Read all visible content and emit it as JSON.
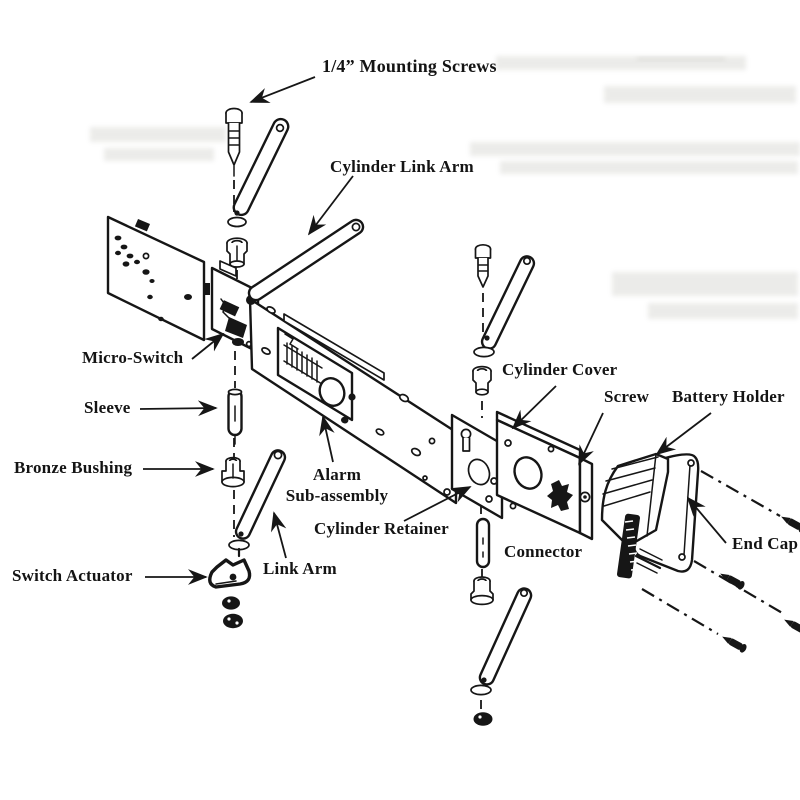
{
  "diagram": {
    "kind": "exploded-assembly-diagram",
    "subject": "Alarmed exit device lock assembly",
    "colors": {
      "ink": "#161616",
      "paper": "#ffffff",
      "ghost": "#cdcdc7"
    },
    "labels": {
      "mounting_screws": "1/4” Mounting Screws",
      "cylinder_link_arm": "Cylinder Link Arm",
      "micro_switch": "Micro-Switch",
      "sleeve": "Sleeve",
      "bronze_bushing": "Bronze Bushing",
      "switch_actuator": "Switch Actuator",
      "link_arm": "Link Arm",
      "alarm_subassembly_line1": "Alarm",
      "alarm_subassembly_line2": "Sub-assembly",
      "cylinder_retainer": "Cylinder Retainer",
      "connector": "Connector",
      "cylinder_cover": "Cylinder Cover",
      "screw": "Screw",
      "battery_holder": "Battery Holder",
      "end_cap": "End Cap"
    }
  }
}
